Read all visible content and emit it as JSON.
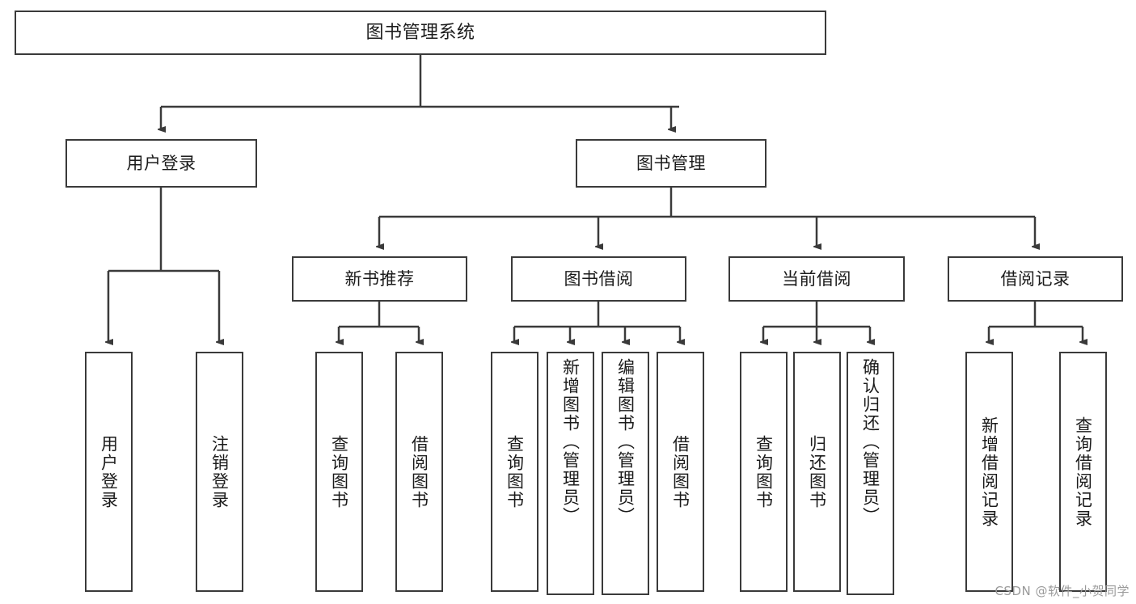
{
  "diagram": {
    "title": "图书管理系统",
    "type": "功能结构图",
    "watermark": "CSDN @软件_小贺同学",
    "colors": {
      "node_border": "#3a3a3a",
      "node_fill": "#ffffff",
      "edge": "#3a3a3a",
      "text": "#1b1b1b",
      "watermark": "#9a9a9a",
      "background": "#ffffff"
    }
  },
  "nodes": {
    "root": {
      "label": "图书管理系统"
    },
    "level2": [
      {
        "label": "用户登录"
      },
      {
        "label": "图书管理"
      }
    ],
    "level3": [
      {
        "label": "新书推荐"
      },
      {
        "label": "图书借阅"
      },
      {
        "label": "当前借阅"
      },
      {
        "label": "借阅记录"
      }
    ],
    "leaves": {
      "user_login": [
        {
          "label": "用户登录"
        },
        {
          "label": "注销登录"
        }
      ],
      "new_book_recommend": [
        {
          "label": "查询图书"
        },
        {
          "label": "借阅图书"
        }
      ],
      "book_borrow": [
        {
          "label": "查询图书"
        },
        {
          "label": "新增图书（管理员）"
        },
        {
          "label": "编辑图书（管理员）"
        },
        {
          "label": "借阅图书"
        }
      ],
      "current_borrow": [
        {
          "label": "查询图书"
        },
        {
          "label": "归还图书"
        },
        {
          "label": "确认归还（管理员）"
        }
      ],
      "borrow_record": [
        {
          "label": "新增借阅记录"
        },
        {
          "label": "查询借阅记录"
        }
      ]
    }
  }
}
